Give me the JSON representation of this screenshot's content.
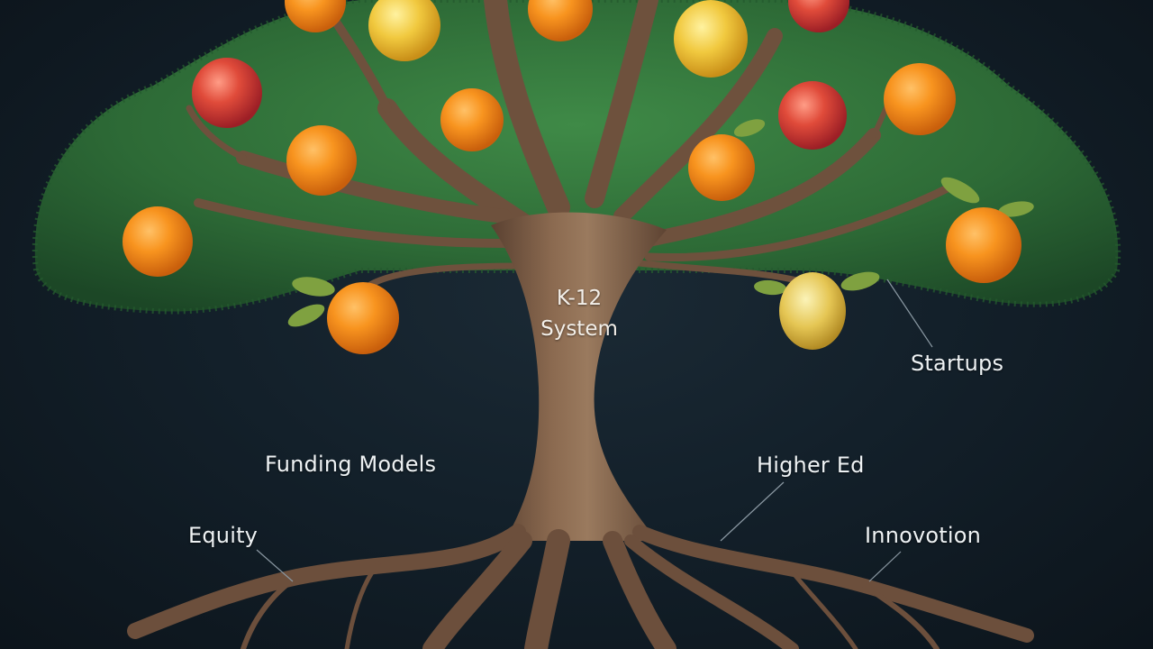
{
  "diagram": {
    "trunk_label_line1": "K-12",
    "trunk_label_line2": "System",
    "labels": {
      "startups": "Startups",
      "funding_models": "Funding Models",
      "higher_ed": "Higher Ed",
      "equity": "Equity",
      "innovation": "Innovotion"
    }
  },
  "colors": {
    "background": "#13202a",
    "foliage": "#2e6b3a",
    "trunk": "#7a5c45",
    "orange_fruit": "#f08a1c",
    "yellow_fruit": "#e9c23a",
    "red_fruit": "#c8333a",
    "label_text": "#eef2f4",
    "leader_line": "#8a98a2"
  }
}
